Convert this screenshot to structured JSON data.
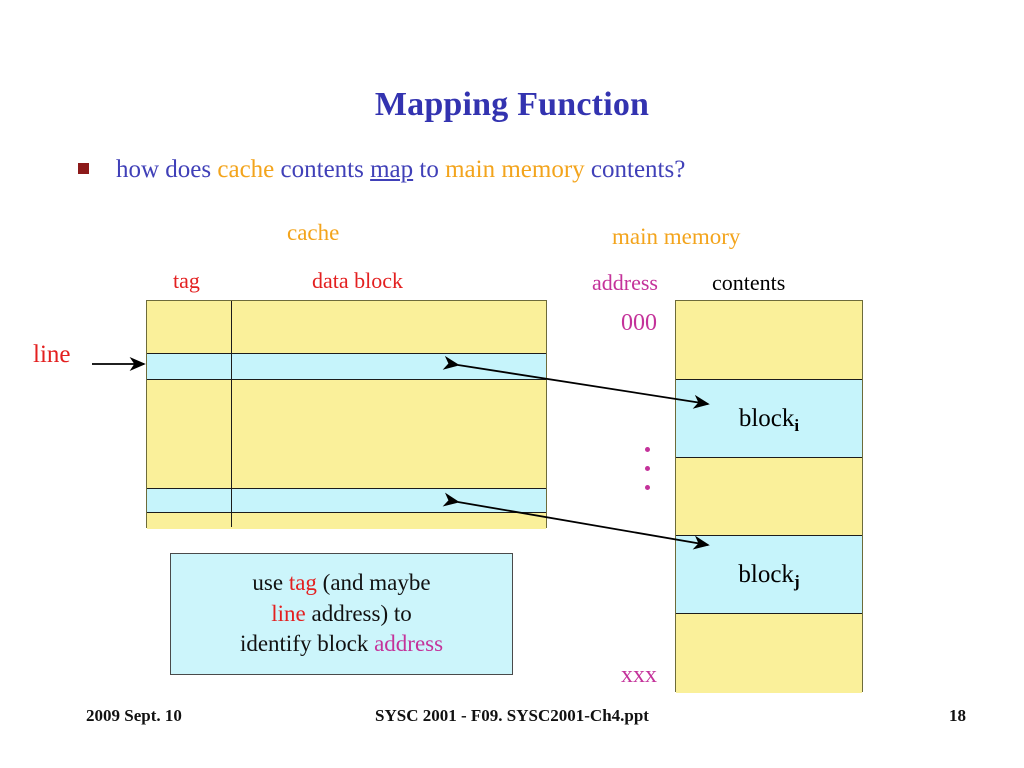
{
  "slide": {
    "title": "Mapping Function",
    "bullet": {
      "marker": "square-bullet",
      "part1": "how does ",
      "cache": "cache",
      "part2": " contents ",
      "map": "map",
      "part3": " to ",
      "main_memory": "main memory",
      "part4": " contents?"
    }
  },
  "cache": {
    "heading": "cache",
    "col_tag": "tag",
    "col_data_block": "data block",
    "line_label": "line",
    "rows": [
      {
        "fill": "yellow",
        "height": 52
      },
      {
        "fill": "cyan",
        "height": 27
      },
      {
        "fill": "yellow",
        "height": 108
      },
      {
        "fill": "cyan",
        "height": 25
      },
      {
        "fill": "yellow",
        "height": 16
      }
    ]
  },
  "main_memory": {
    "heading": "main memory",
    "col_address": "address",
    "col_contents": "contents",
    "addr_top": "000",
    "addr_bottom": "xxx",
    "vertical_dots": 3,
    "bands": [
      {
        "fill": "yellow",
        "height": 78,
        "label": "",
        "sub": ""
      },
      {
        "fill": "cyan",
        "height": 78,
        "label": "block",
        "sub": "i"
      },
      {
        "fill": "yellow",
        "height": 78,
        "label": "",
        "sub": ""
      },
      {
        "fill": "cyan",
        "height": 78,
        "label": "block",
        "sub": "j"
      },
      {
        "fill": "yellow",
        "height": 80,
        "label": "",
        "sub": ""
      }
    ]
  },
  "callout": {
    "line1_a": "use ",
    "line1_tag": "tag",
    "line1_b": " (and maybe",
    "line2_line": "line",
    "line2_b": " address) to",
    "line3_a": "identify block ",
    "line3_address": "address"
  },
  "footer": {
    "date": "2009 Sept. 10",
    "center": "SYSC 2001 - F09. SYSC2001-Ch4.ppt",
    "page": "18"
  },
  "colors": {
    "title_blue": "#3333b0",
    "body_blue": "#4040b8",
    "orange": "#f3a41c",
    "red": "#e32020",
    "magenta": "#c4329a",
    "bullet_maroon": "#8c1a1a",
    "cell_yellow": "#faf09a",
    "cell_cyan": "#c6f4fb",
    "callout_cyan": "#ccf5fb",
    "background": "#ffffff"
  }
}
